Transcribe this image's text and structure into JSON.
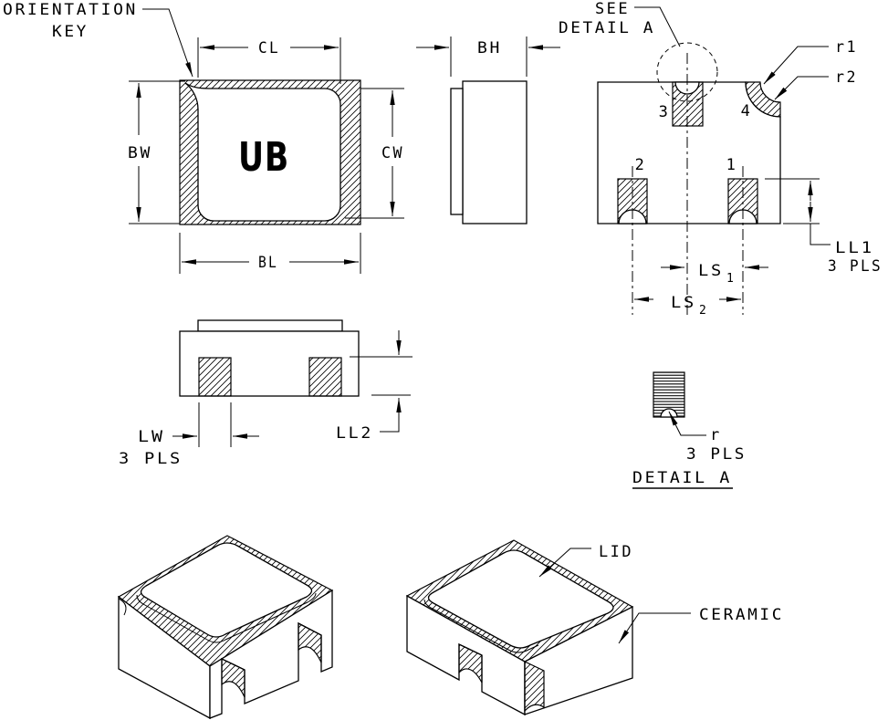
{
  "colors": {
    "line": "#000000",
    "background": "#ffffff"
  },
  "views": {
    "top": {
      "marking": "UB",
      "callout_line1": "ORIENTATION",
      "callout_line2": "KEY",
      "dim_cl": "CL",
      "dim_bw": "BW",
      "dim_cw": "CW",
      "dim_bl": "BL"
    },
    "side": {
      "dim_bh": "BH"
    },
    "bottom": {
      "callout_line1": "SEE",
      "callout_line2": "DETAIL A",
      "dim_r1": "r1",
      "dim_r2": "r2",
      "pad1": "1",
      "pad2": "2",
      "pad3": "3",
      "pad4": "4",
      "dim_ll1": "LL1",
      "dim_ll1_note": "3 PLS",
      "dim_ls": "LS",
      "ls1_sub": "1",
      "ls2_sub": "2"
    },
    "front": {
      "dim_lw": "LW",
      "dim_lw_note": "3 PLS",
      "dim_ll2": "LL2"
    },
    "detail_a": {
      "dim_r": "r",
      "dim_r_note": "3 PLS",
      "title": "DETAIL A"
    },
    "iso_right": {
      "label_lid": "LID",
      "label_ceramic": "CERAMIC"
    }
  }
}
